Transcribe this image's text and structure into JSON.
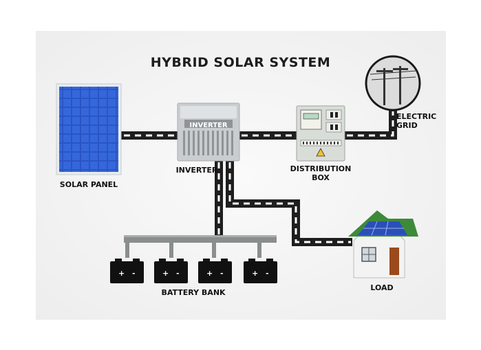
{
  "title": "HYBRID SOLAR SYSTEM",
  "labels": {
    "solar_panel": "SOLAR PANEL",
    "inverter": "INVERTER",
    "inverter_box_text": "INVERTER",
    "distribution_line1": "DISTRIBUTION",
    "distribution_line2": "BOX",
    "grid_line1": "ELECTRIC",
    "grid_line2": "GRID",
    "battery_bank": "BATTERY BANK",
    "load": "LOAD",
    "battery_terminal": "+ -"
  },
  "colors": {
    "cable": "#1e1e1e",
    "cable_dash": "#ffffff",
    "solar_cell": "#2f5fd0",
    "inverter_body": "#c9cdd0",
    "box_body": "#d9ddd8",
    "roof": "#3d8a3a",
    "wall": "#f3f3f3",
    "door": "#9a4a1c"
  },
  "icons": [
    "solar-panel-icon",
    "inverter-icon",
    "distribution-box-icon",
    "grid-pole-icon",
    "battery-icon",
    "house-icon"
  ]
}
